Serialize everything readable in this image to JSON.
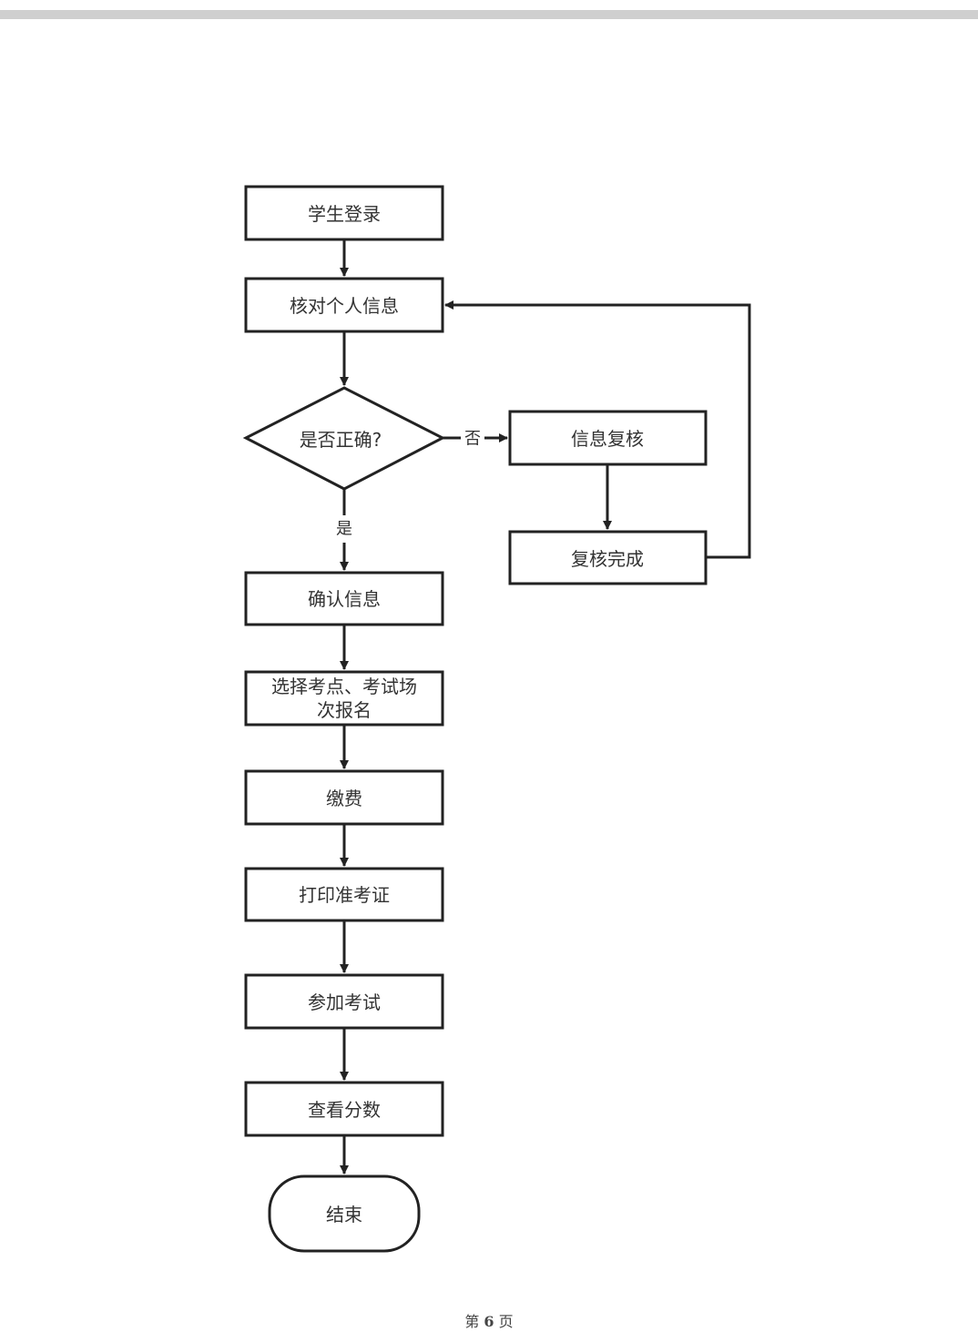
{
  "diagram": {
    "nodes": {
      "student_login": "学生登录",
      "verify_info": "核对个人信息",
      "is_correct": "是否正确?",
      "info_review": "信息复核",
      "review_done": "复核完成",
      "confirm_info": "确认信息",
      "select_line1": "选择考点、考试场",
      "select_line2": "次报名",
      "payment": "缴费",
      "print_ticket": "打印准考证",
      "take_exam": "参加考试",
      "view_score": "查看分数",
      "end": "结束"
    },
    "edge_labels": {
      "no": "否",
      "yes": "是"
    }
  },
  "footer": {
    "prefix": "第",
    "page_number": "6",
    "suffix": "页"
  }
}
